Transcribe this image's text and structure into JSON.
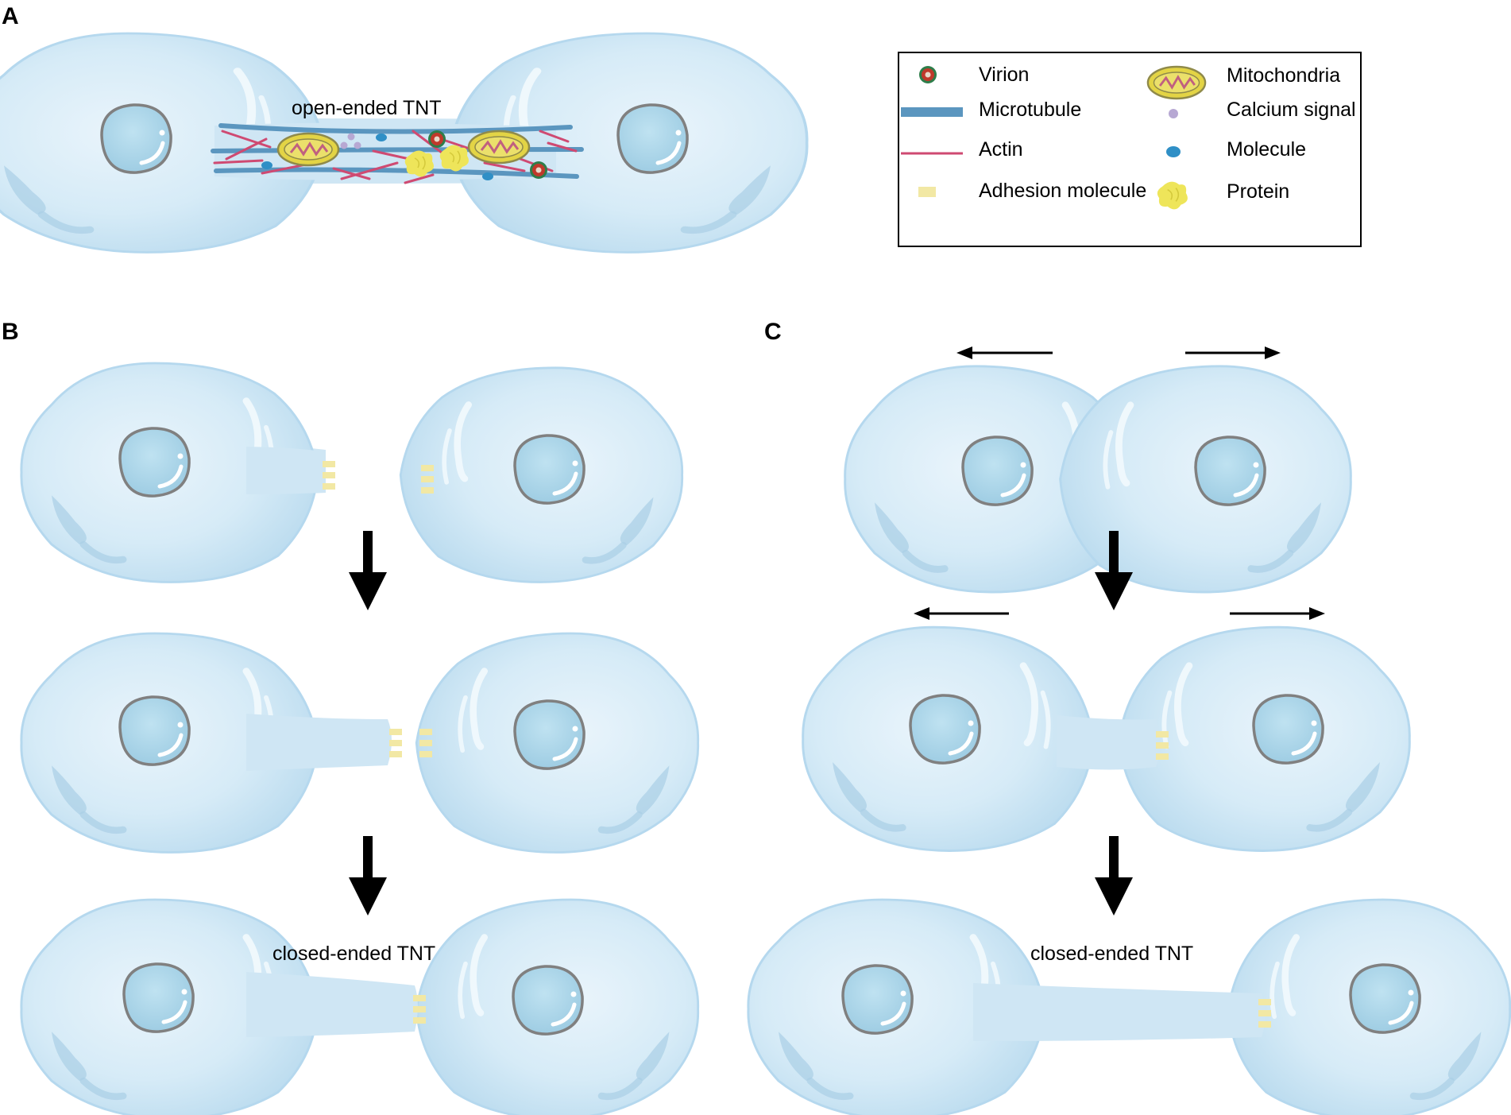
{
  "panels": {
    "a": {
      "letter": "A",
      "caption": "open-ended TNT"
    },
    "b": {
      "letter": "B",
      "caption": "closed-ended TNT"
    },
    "c": {
      "letter": "C",
      "caption": "closed-ended TNT"
    }
  },
  "legend": {
    "items": [
      {
        "key": "virion",
        "label": "Virion"
      },
      {
        "key": "microtubule",
        "label": "Microtubule"
      },
      {
        "key": "actin",
        "label": "Actin"
      },
      {
        "key": "adhesion",
        "label": "Adhesion molecule"
      },
      {
        "key": "mitochondria",
        "label": "Mitochondria"
      },
      {
        "key": "calcium",
        "label": "Calcium signal"
      },
      {
        "key": "molecule",
        "label": "Molecule"
      },
      {
        "key": "protein",
        "label": "Protein"
      }
    ]
  },
  "colors": {
    "cell_fill": "#d3e9f6",
    "cell_edge": "#b5d8ee",
    "nucleus_fill": "#a9d4e8",
    "nucleus_stroke": "#808080",
    "microtubule": "#5b96bf",
    "actin": "#cf4a72",
    "adhesion": "#f2e8a4",
    "mitochondria": "#e3d445",
    "calcium": "#b7a8d3",
    "molecule": "#2f8fc6",
    "protein": "#eee55a",
    "virion_core": "#c0392b",
    "virion_spike": "#2e7d4a"
  }
}
